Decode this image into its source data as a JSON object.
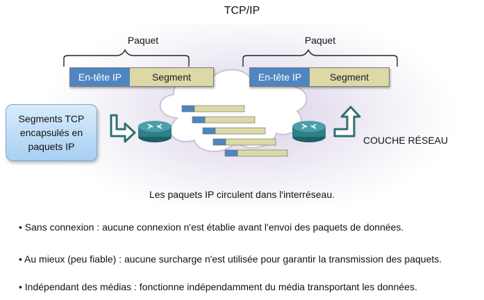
{
  "title": "TCP/IP",
  "packets": [
    {
      "label": "Paquet",
      "header": "En-tête IP",
      "payload": "Segment"
    },
    {
      "label": "Paquet",
      "header": "En-tête IP",
      "payload": "Segment"
    }
  ],
  "callout": {
    "lines": [
      "Segments TCP",
      "encapsulés en",
      "paquets IP"
    ]
  },
  "layer_label": "COUCHE RÉSEAU",
  "caption": "Les paquets IP circulent dans l'interréseau.",
  "bullets": [
    "• Sans connexion : aucune connexion n'est établie avant l'envoi des paquets de données.",
    "• Au mieux (peu fiable) : aucune surcharge n'est utilisée pour garantir la transmission des paquets.",
    "• Indépendant des médias : fonctionne indépendamment du média transportant les données."
  ],
  "colors": {
    "ip_header": "#4f86c0",
    "segment": "#ddd9a6",
    "router": "#2e7f86",
    "arrow": "#2f6f6f"
  },
  "icons": [
    "router-icon",
    "cloud-icon",
    "bent-arrow-icon"
  ]
}
